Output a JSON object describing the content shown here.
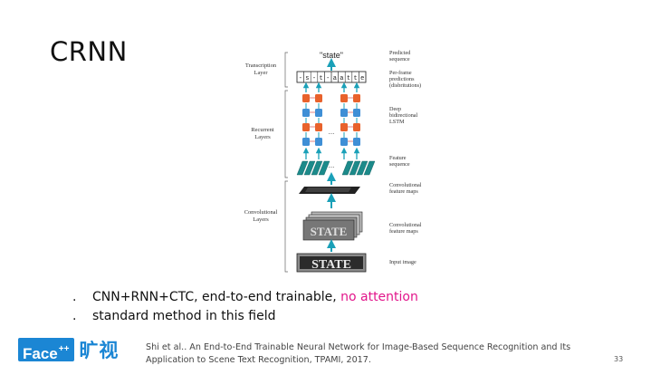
{
  "slide": {
    "title": "CRNN",
    "page_number": "33"
  },
  "diagram": {
    "output_text": "\"state\"",
    "frame_predictions": [
      "-",
      "s",
      "-",
      "t",
      "-",
      "a",
      "a",
      "t",
      "t",
      "e"
    ],
    "section_labels": {
      "transcription": [
        "Transcription",
        "Layer"
      ],
      "recurrent": [
        "Recurrent",
        "Layers"
      ],
      "convolutional": [
        "Convolutional",
        "Layers"
      ]
    },
    "right_labels": {
      "predicted": [
        "Predicted",
        "sequence"
      ],
      "per_frame": [
        "Per-frame",
        "predictions",
        "(disbritutions)"
      ],
      "lstm": [
        "Deep",
        "bidirectional",
        "LSTM"
      ],
      "feature_seq": [
        "Feature",
        "sequence"
      ],
      "conv_maps_1": [
        "Convolutional",
        "feature maps"
      ],
      "conv_maps_2": [
        "Convolutional",
        "feature maps"
      ],
      "input": [
        "Input image"
      ]
    },
    "image_word": "STATE",
    "ellipsis": "...",
    "colors": {
      "lstm_cell": "#e8622c",
      "lstm_cell_alt": "#3f8fd6",
      "feature_block": "#1c8a8a",
      "arrow": "#1aa0b8"
    }
  },
  "bullets": [
    {
      "text": "CNN+RNN+CTC, end-to-end trainable, ",
      "highlight": "no attention"
    },
    {
      "text": "standard method in this field",
      "highlight": ""
    }
  ],
  "footer": {
    "logo_text": "Face",
    "logo_sup": "++",
    "logo_cn": "旷视",
    "citation": "Shi et al.. An End-to-End Trainable Neural Network for Image-Based Sequence Recognition and Its Application to Scene Text Recognition, TPAMI, 2017."
  }
}
